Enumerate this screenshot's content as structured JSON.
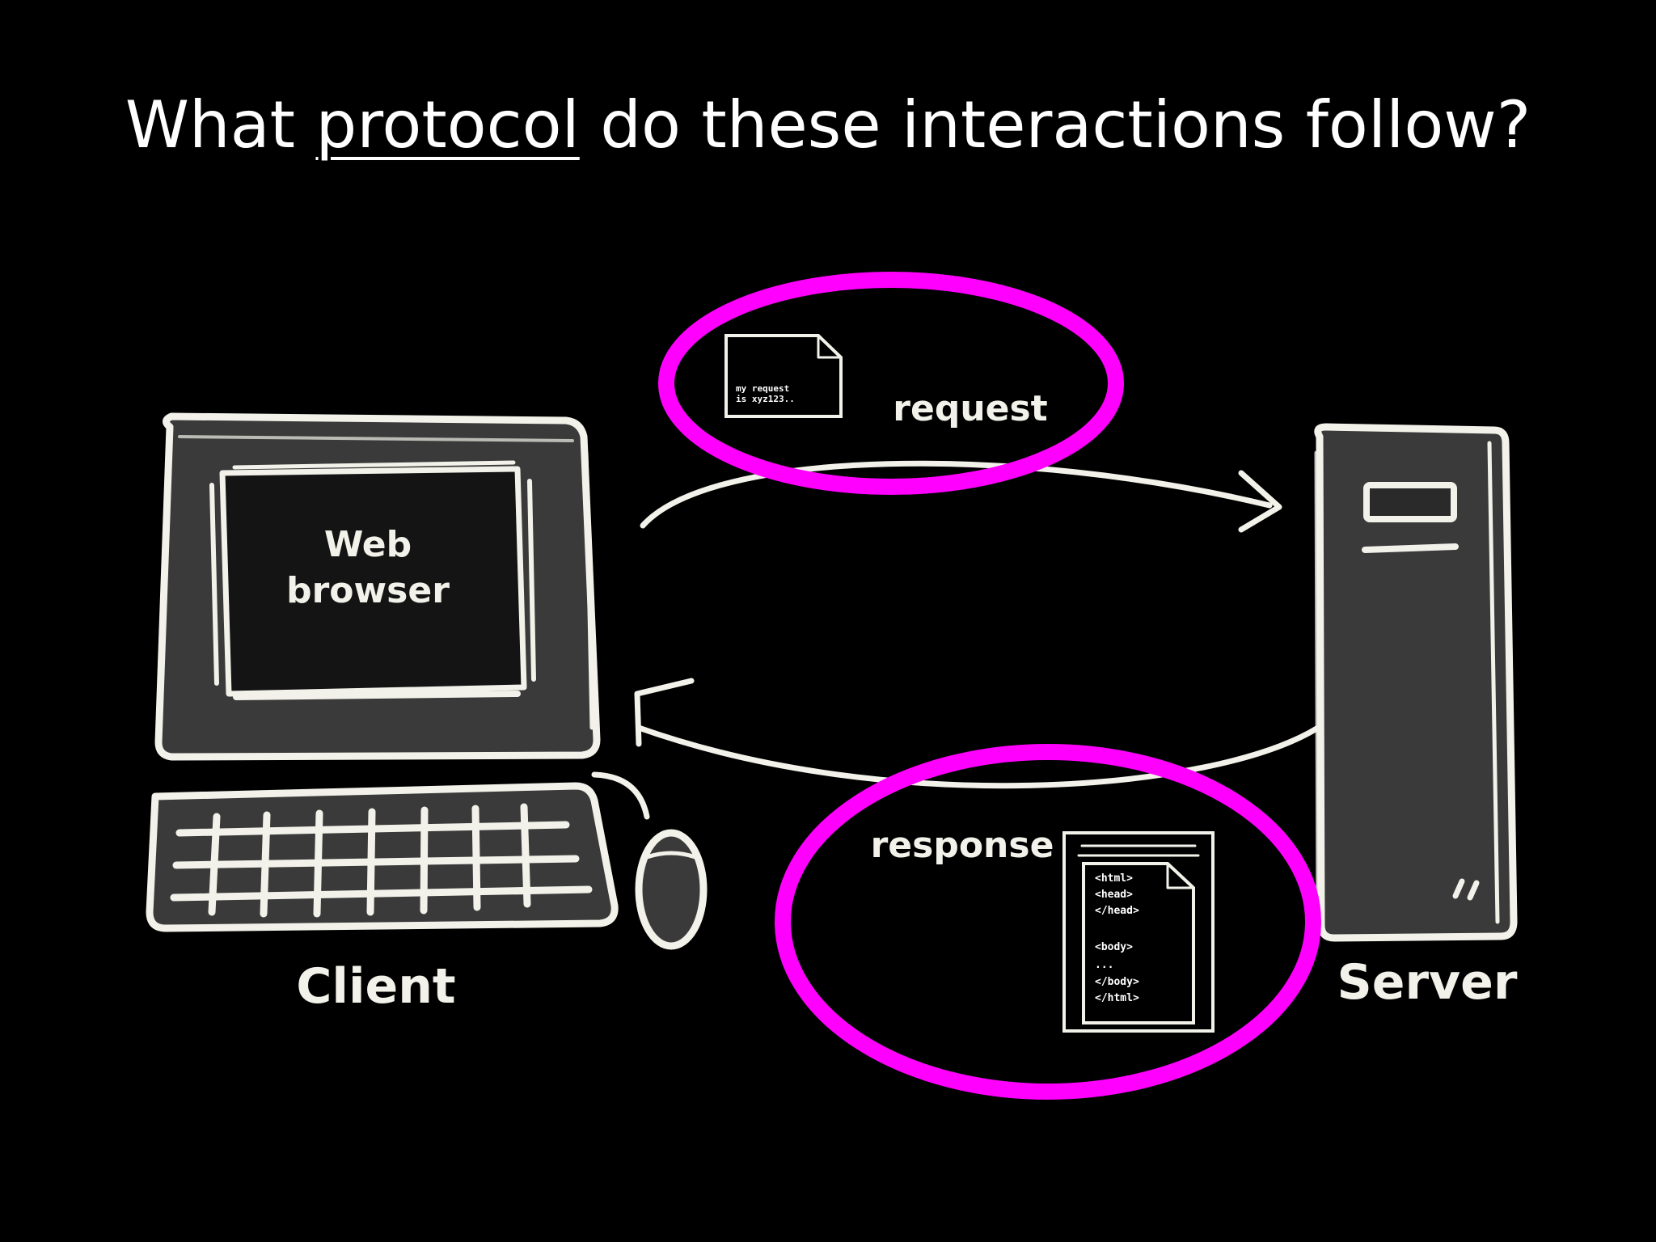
{
  "title": {
    "before": "What ",
    "emphasis": "protocol",
    "after": " do these interactions follow?"
  },
  "client": {
    "label": "Client",
    "screen_text_line1": "Web",
    "screen_text_line2": "browser"
  },
  "server": {
    "label": "Server"
  },
  "request": {
    "label": "request",
    "doc_line1": "my request",
    "doc_line2": "is xyz123.."
  },
  "response": {
    "label": "response",
    "code_lines": [
      "<html>",
      "<head>",
      "</head>",
      "",
      "<body>",
      "...",
      "</body>",
      "</html>"
    ]
  },
  "colors": {
    "background": "#000000",
    "chalk": "#f2f2ea",
    "highlight": "#ff00ff",
    "device_fill": "#3a3a3a"
  },
  "icons": [
    "computer-monitor-icon",
    "keyboard-icon",
    "mouse-icon",
    "server-tower-icon",
    "document-icon"
  ]
}
